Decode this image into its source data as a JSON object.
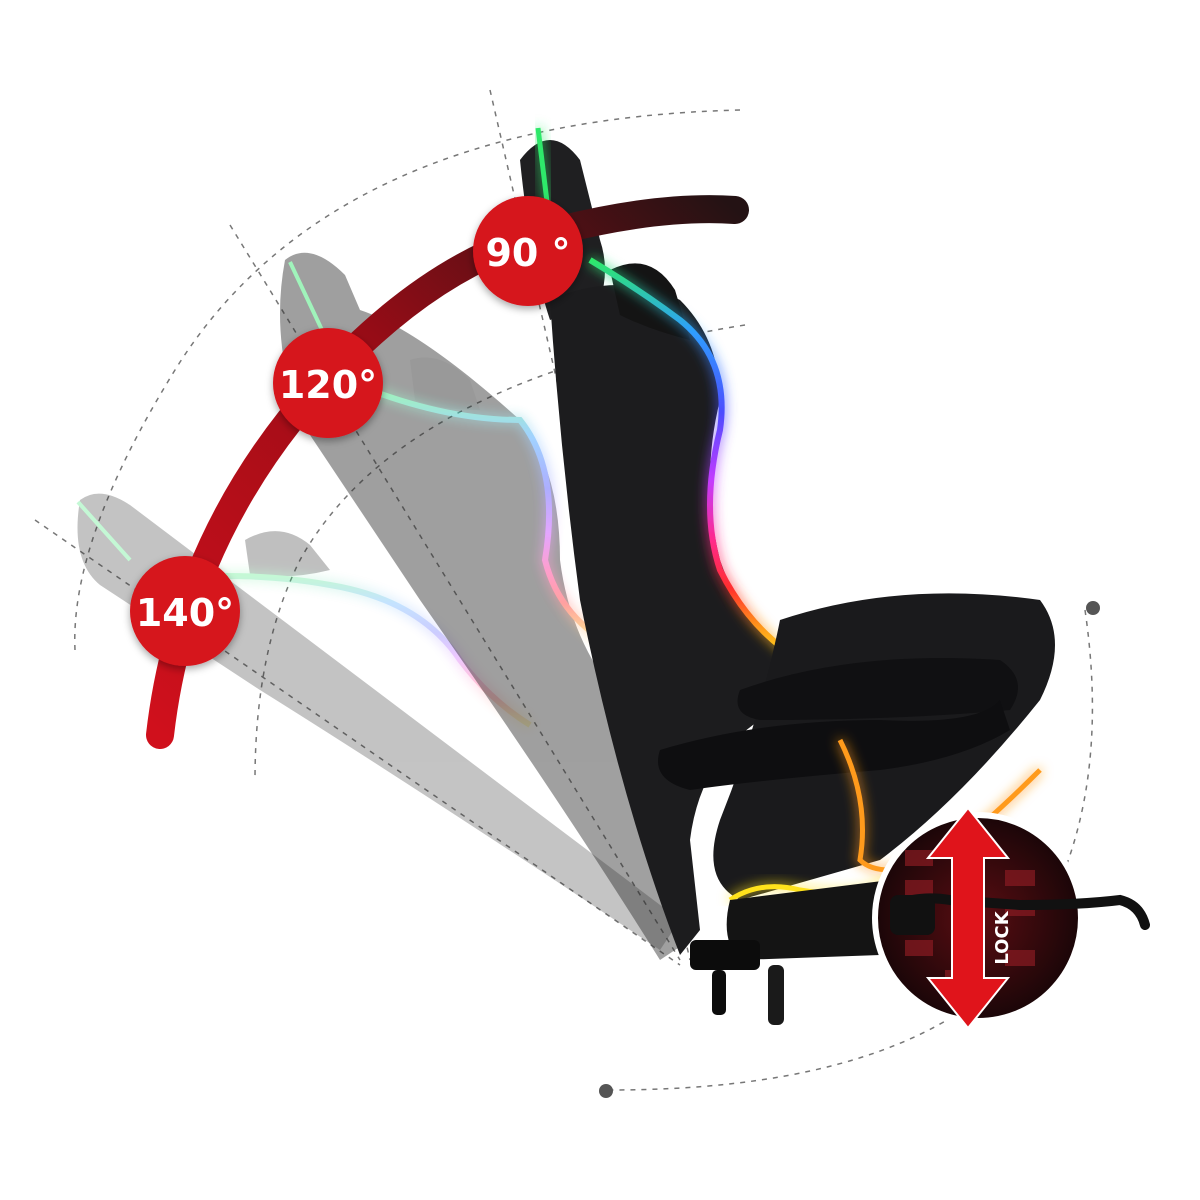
{
  "product_image": {
    "subject": "gaming chair recline angles with RGB lighting",
    "badges": [
      {
        "label": "90 °"
      },
      {
        "label": "120°"
      },
      {
        "label": "140°"
      }
    ],
    "lock_label": "LOCK",
    "colors": {
      "badge_red": "#d6141f",
      "arc_red": "#b10d18",
      "arc_dark": "#241214",
      "chair_black": "#1c1c1e",
      "lock_red": "#e0141b"
    }
  }
}
